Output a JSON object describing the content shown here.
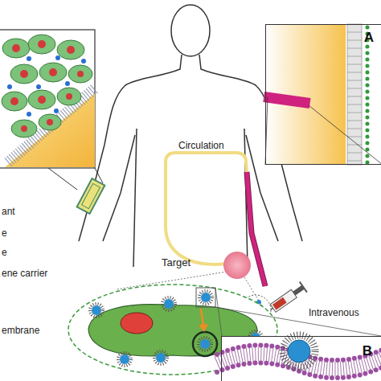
{
  "diagram": {
    "nodes": [
      {
        "text": [
          "A"
        ]
      },
      {
        "text": [
          "Target"
        ]
      },
      {
        "text": [
          "B"
        ]
      }
    ],
    "labels": [
      "Circulation",
      "Intravenous",
      "ant",
      "e",
      "e",
      "ene carrier",
      "embrane"
    ]
  }
}
